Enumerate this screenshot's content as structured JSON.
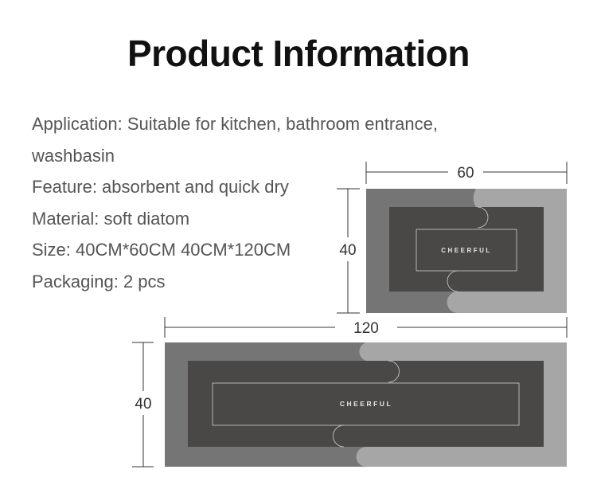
{
  "title": "Product Information",
  "specs": [
    "Application: Suitable for kitchen, bathroom entrance,",
    "washbasin",
    "Feature: absorbent and quick dry",
    "Material: soft diatom",
    "Size: 40CM*60CM 40CM*120CM",
    "Packaging: 2 pcs"
  ],
  "small_mat": {
    "width_label": "60",
    "height_label": "40",
    "brand": "CHEERFUL"
  },
  "large_mat": {
    "width_label": "120",
    "height_label": "40",
    "brand": "CHEERFUL"
  },
  "colors": {
    "mat_outer": "#757575",
    "mat_light": "#a6a6a6",
    "mat_inner": "#4a4747",
    "outline": "#cfcfcf"
  }
}
